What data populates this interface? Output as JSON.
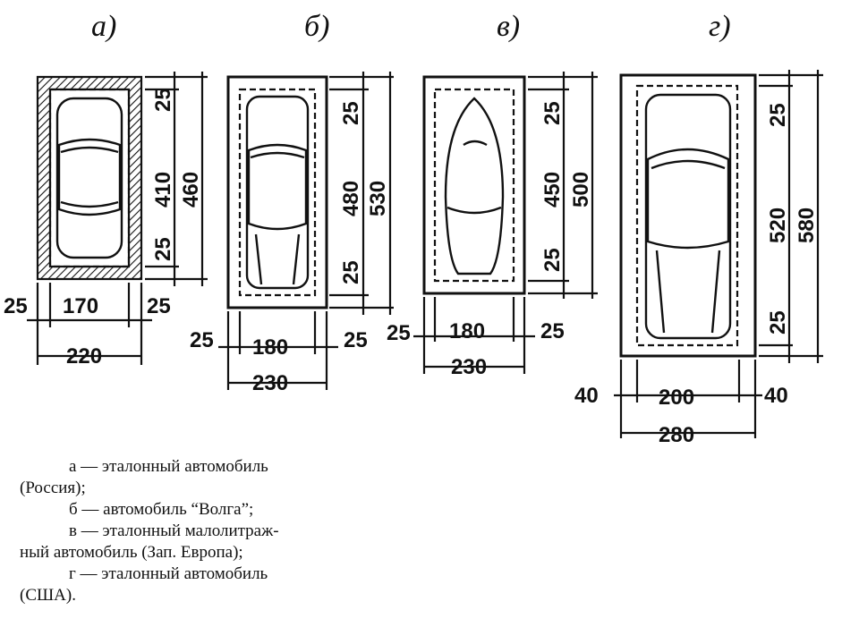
{
  "panels": [
    {
      "label": "а)",
      "dims": {
        "top": "25",
        "inner": "410",
        "outer": "460",
        "bottom": "25",
        "w_left": "25",
        "w_inner": "170",
        "w_right": "25",
        "w_total": "220"
      }
    },
    {
      "label": "б)",
      "dims": {
        "top": "25",
        "inner": "480",
        "outer": "530",
        "bottom": "25",
        "w_left": "25",
        "w_inner": "180",
        "w_right": "25",
        "w_total": "230"
      }
    },
    {
      "label": "в)",
      "dims": {
        "top": "25",
        "inner": "450",
        "outer": "500",
        "bottom": "25",
        "w_left": "25",
        "w_inner": "180",
        "w_right": "25",
        "w_total": "230"
      }
    },
    {
      "label": "г)",
      "dims": {
        "top": "25",
        "inner": "520",
        "outer": "580",
        "bottom": "25",
        "w_left": "40",
        "w_inner": "200",
        "w_right": "40",
        "w_total": "280"
      }
    }
  ],
  "legend": {
    "a_line1": "а — эталонный автомобиль",
    "a_line2": "(Россия);",
    "b_line1": "б — автомобиль “Волга”;",
    "c_line1": "в — эталонный малолитраж-",
    "c_line2": "ный автомобиль (Зап. Европа);",
    "d_line1": "г — эталонный автомобиль",
    "d_line2": "(США)."
  }
}
